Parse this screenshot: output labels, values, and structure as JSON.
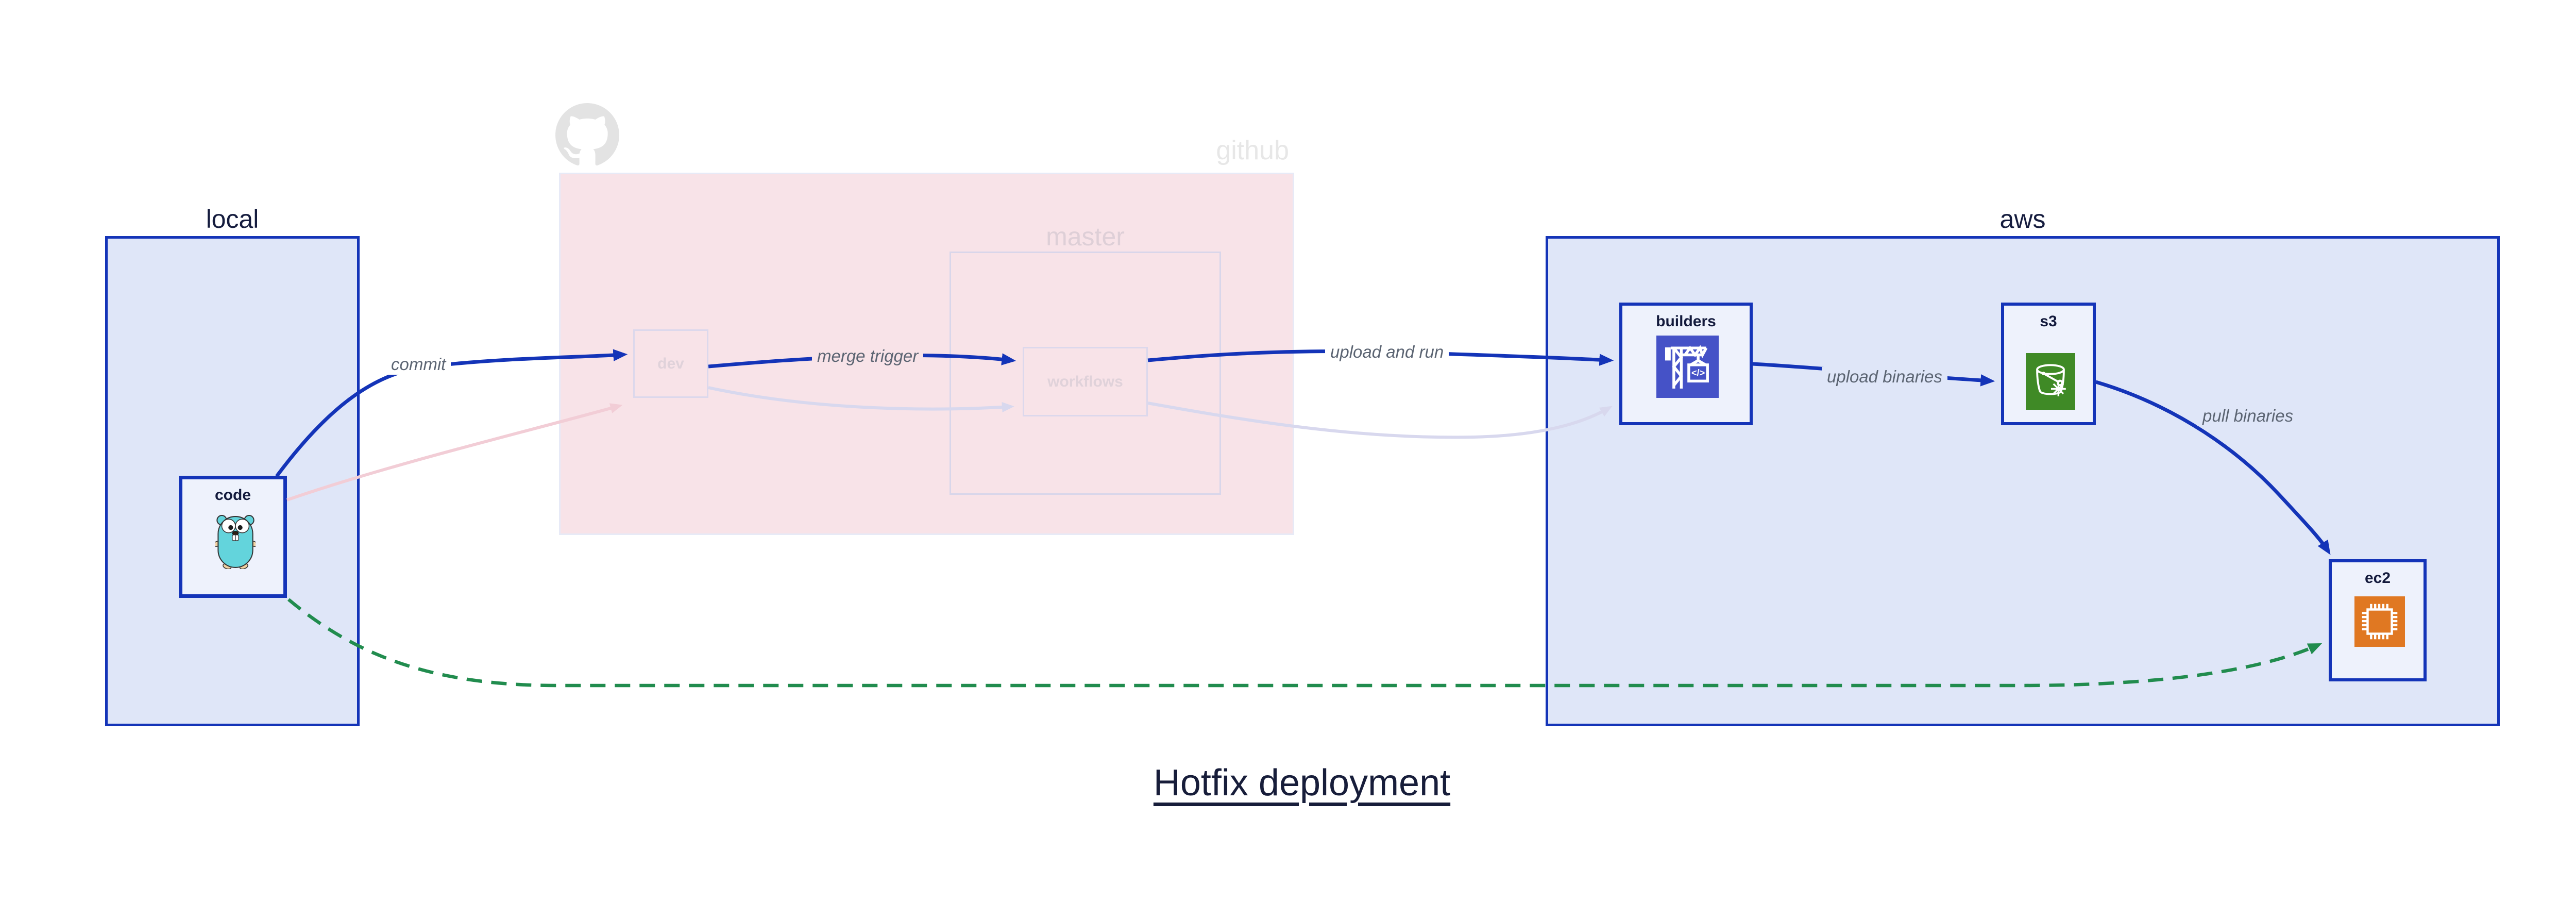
{
  "title": "Hotfix deployment",
  "containers": {
    "local": {
      "label": "local"
    },
    "github": {
      "label": "github"
    },
    "master": {
      "label": "master"
    },
    "aws": {
      "label": "aws"
    }
  },
  "nodes": {
    "code": {
      "label": "code",
      "icon": "go-gopher-icon"
    },
    "dev": {
      "label": "dev"
    },
    "workflows": {
      "label": "workflows"
    },
    "builders": {
      "label": "builders",
      "icon": "codebuild-crane-icon"
    },
    "s3": {
      "label": "s3",
      "icon": "s3-glacier-bucket-icon"
    },
    "ec2": {
      "label": "ec2",
      "icon": "ec2-chip-icon"
    }
  },
  "edge_labels": {
    "commit": "commit",
    "merge_trigger": "merge trigger",
    "upload_and_run": "upload and run",
    "upload_binaries": "upload binaries",
    "pull_binaries": "pull binaries"
  },
  "icons": {
    "github_logo": "github-octocat-icon",
    "codebuild_glyph": "</>"
  },
  "colors": {
    "blue": "#1434b8",
    "group_fill": "#dfe6f8",
    "node_fill": "#eef2fc",
    "pink_fill": "#f8e3e8",
    "faded_border": "#dcd8ec",
    "faded_pink_edge": "#f2cdd6",
    "faded_lavender_edge": "#d8d8ee",
    "green_edge": "#218c4e",
    "dark_navy_text": "#151c3e",
    "edge_label_gray": "#5b6472",
    "faded_label": "#e0d2da",
    "github_gray": "#e3e3e3",
    "codebuild_indigo": "#4552c7",
    "s3_green": "#3f8a26",
    "ec2_orange": "#e07822"
  }
}
